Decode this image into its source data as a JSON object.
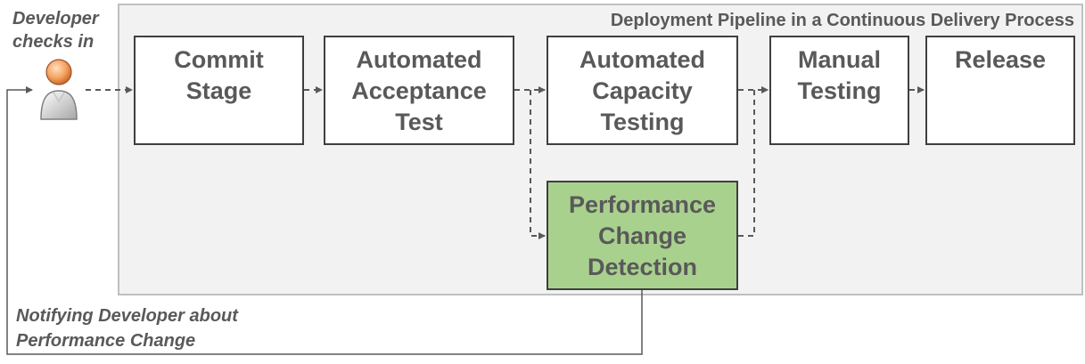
{
  "pipeline_title": "Deployment Pipeline in a Continuous Delivery Process",
  "developer_label": "Developer\nchecks in",
  "notify_label": "Notifying Developer about\nPerformance Change",
  "stages": {
    "commit": "Commit\nStage",
    "acceptance": "Automated\nAcceptance\nTest",
    "capacity": "Automated\nCapacity\nTesting",
    "manual": "Manual\nTesting",
    "release": "Release",
    "performance": "Performance\nChange\nDetection"
  },
  "colors": {
    "frame_fill": "#f2f2f2",
    "frame_border": "#bfbfbf",
    "stage_border": "#3f3f3f",
    "highlight_fill": "#a9d18e",
    "text": "#595959",
    "connector": "#595959"
  },
  "icons": {
    "developer": "person-icon"
  }
}
